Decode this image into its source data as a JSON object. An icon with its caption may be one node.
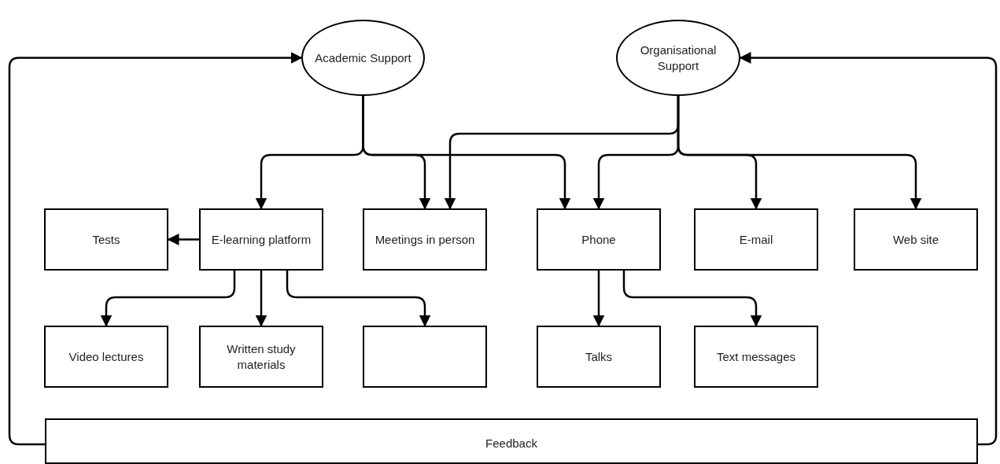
{
  "diagram": {
    "nodes": [
      {
        "text": [
          "Academic Support"
        ]
      },
      {
        "text": [
          "Organisational Support"
        ]
      },
      {
        "text": [
          "Tests"
        ]
      },
      {
        "text": [
          "E-learning platform"
        ]
      },
      {
        "text": [
          "Meetings in person"
        ]
      },
      {
        "text": [
          "Phone"
        ]
      },
      {
        "text": [
          "E-mail"
        ]
      },
      {
        "text": [
          "Web site"
        ]
      },
      {
        "text": [
          "Video lectures"
        ]
      },
      {
        "text": [
          "Written study materials"
        ]
      },
      {
        "text": [],
        "shape": "box"
      },
      {
        "text": [
          "Talks"
        ]
      },
      {
        "text": [
          "Text messages"
        ]
      },
      {
        "text": [
          "Feedback"
        ]
      }
    ],
    "edges": [
      {
        "from": 0,
        "to": 3,
        "arrow": "to"
      },
      {
        "from": 0,
        "to": 4,
        "arrow": "to"
      },
      {
        "from": 0,
        "to": 5,
        "arrow": "to"
      },
      {
        "from": 1,
        "to": 4,
        "arrow": "to"
      },
      {
        "from": 1,
        "to": 5,
        "arrow": "to"
      },
      {
        "from": 1,
        "to": 6,
        "arrow": "to"
      },
      {
        "from": 1,
        "to": 7,
        "arrow": "to"
      },
      {
        "from": 3,
        "to": 2,
        "arrow": "to"
      },
      {
        "from": 3,
        "to": 8,
        "arrow": "to"
      },
      {
        "from": 3,
        "to": 9,
        "arrow": "to"
      },
      {
        "from": 3,
        "to": 10,
        "arrow": "to"
      },
      {
        "from": 5,
        "to": 11,
        "arrow": "to"
      },
      {
        "from": 5,
        "to": 12,
        "arrow": "to"
      },
      {
        "from": 13,
        "to": 0,
        "arrow": "to"
      },
      {
        "from": 13,
        "to": 1,
        "arrow": "to"
      }
    ]
  }
}
